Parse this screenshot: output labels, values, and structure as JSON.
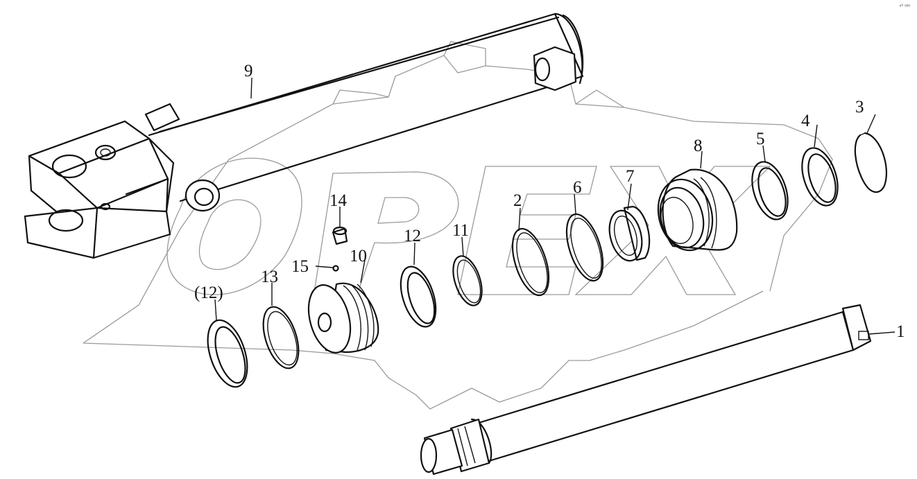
{
  "corner_mark": "ⁿ⁰ ᵒᵒᵒ",
  "watermark": {
    "letters": [
      "O",
      "P",
      "E",
      "X"
    ],
    "stroke_color": "#9a9a9a"
  },
  "colors": {
    "ink": "#111111",
    "background": "#ffffff"
  },
  "callouts": [
    {
      "id": "c1",
      "text": "1"
    },
    {
      "id": "c2",
      "text": "2"
    },
    {
      "id": "c3",
      "text": "3"
    },
    {
      "id": "c4",
      "text": "4"
    },
    {
      "id": "c5",
      "text": "5"
    },
    {
      "id": "c6",
      "text": "6"
    },
    {
      "id": "c7",
      "text": "7"
    },
    {
      "id": "c8",
      "text": "8"
    },
    {
      "id": "c9",
      "text": "9"
    },
    {
      "id": "c10",
      "text": "10"
    },
    {
      "id": "c11",
      "text": "11"
    },
    {
      "id": "c12",
      "text": "12"
    },
    {
      "id": "c12b",
      "text": "(12)"
    },
    {
      "id": "c13",
      "text": "13"
    },
    {
      "id": "c14",
      "text": "14"
    },
    {
      "id": "c15",
      "text": "15"
    }
  ]
}
